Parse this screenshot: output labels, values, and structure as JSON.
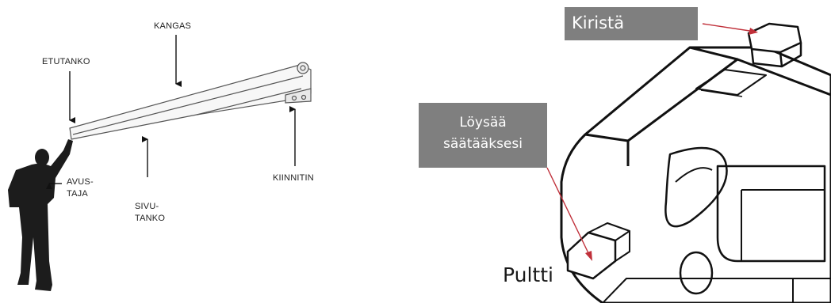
{
  "left_diagram": {
    "labels": {
      "kangas": "KANGAS",
      "etutanko": "ETUTANKO",
      "avustaja_line1": "AVUS-",
      "avustaja_line2": "TAJA",
      "sivutanko_line1": "SIVU-",
      "sivutanko_line2": "TANKO",
      "kiinnitin": "KIINNITIN"
    }
  },
  "right_diagram": {
    "tags": {
      "kirista": "Kiristä",
      "loysaa_line1": "Löysää",
      "loysaa_line2": "säätääksesi"
    },
    "pultti": "Pultti",
    "arrow_color": "#c0303a",
    "tag_color": "#7f7f7f"
  }
}
